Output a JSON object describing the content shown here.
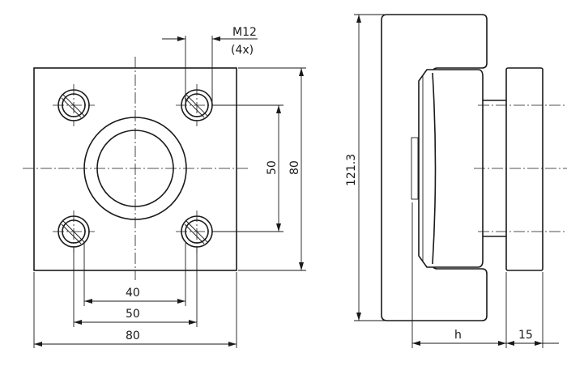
{
  "front_view": {
    "thread_label": "M12",
    "thread_count": "(4x)",
    "dim_bolt_spacing_horizontal": "40",
    "dim_pcd_horizontal": "50",
    "dim_width": "80",
    "dim_bolt_spacing_vertical": "50",
    "dim_height": "80"
  },
  "side_view": {
    "dim_total_height": "121.3",
    "dim_h": "h",
    "dim_thickness": "15"
  }
}
